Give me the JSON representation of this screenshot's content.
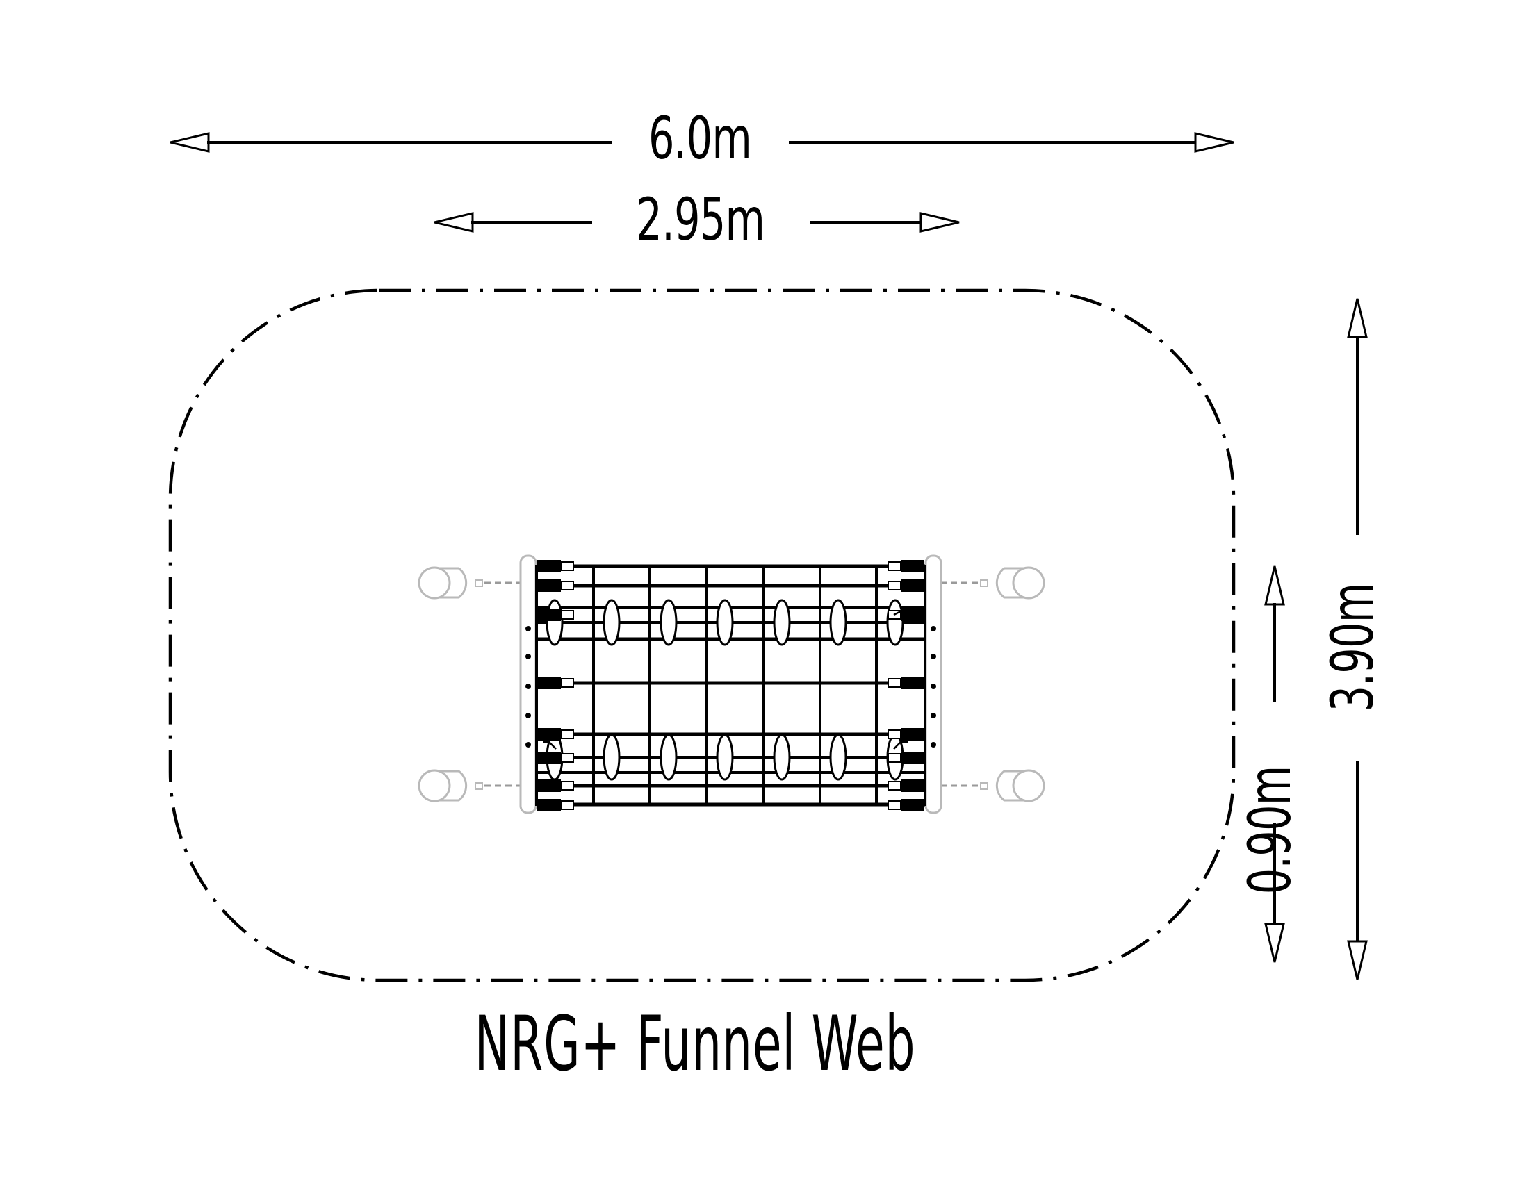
{
  "drawing": {
    "title": "NRG+ Funnel Web",
    "background_color": "#ffffff",
    "line_color": "#000000",
    "view": "plan"
  },
  "dimensions": {
    "overall_width": {
      "label": "6.0m",
      "orientation": "horizontal",
      "position": "top",
      "arrow_style": "open-arrow-both-ends"
    },
    "equipment_width": {
      "label": "2.95m",
      "orientation": "horizontal",
      "position": "top-inner",
      "arrow_style": "open-arrow-both-ends"
    },
    "overall_depth": {
      "label": "3.90m",
      "orientation": "vertical",
      "position": "right-outer",
      "arrow_style": "open-arrow-both-ends"
    },
    "equipment_depth": {
      "label": "0.90m",
      "orientation": "vertical",
      "position": "right-inner",
      "arrow_style": "open-arrow-both-ends"
    }
  },
  "safety_zone": {
    "name": "safety-surfacing-boundary",
    "line_style": "dash-dot",
    "shape": "rounded-rectangle"
  },
  "equipment": {
    "name": "rope-net-climbing-frame",
    "grid_columns": 7,
    "grid_rows": 4,
    "post_count": 2,
    "anchor_count": 4,
    "net_knot_count": 14
  }
}
